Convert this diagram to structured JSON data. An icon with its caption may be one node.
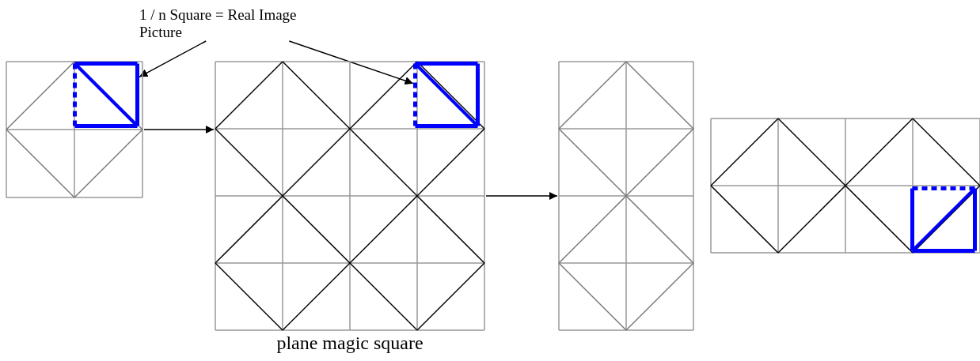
{
  "diagram": {
    "nodes": [
      {
        "text": [
          "1 / n Square = Real Image Picture"
        ]
      },
      {
        "text": [],
        "shape": "picture"
      },
      {
        "text": [],
        "shape": "picture",
        "in": 1
      },
      {
        "text": [],
        "shape": "picture",
        "beside": [
          "plane magic square"
        ]
      },
      {
        "text": [],
        "shape": "picture",
        "in": 3
      },
      {
        "text": [],
        "shape": "picture"
      },
      {
        "text": [],
        "shape": "picture"
      },
      {
        "text": [],
        "shape": "picture",
        "in": 6
      }
    ],
    "edges": [
      {
        "from": 0,
        "to": 2,
        "arrow": "to"
      },
      {
        "from": 0,
        "to": 4,
        "arrow": "to"
      },
      {
        "from": 1,
        "to": 3,
        "arrow": "to"
      },
      {
        "from": 3,
        "to": 5,
        "arrow": "to"
      }
    ]
  }
}
